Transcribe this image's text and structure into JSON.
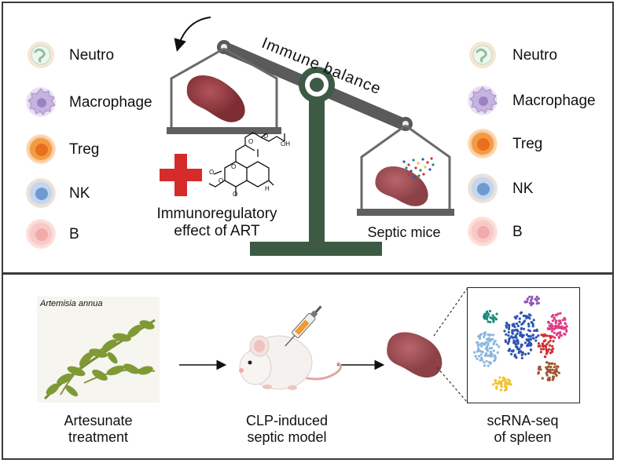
{
  "top": {
    "balance_label": "Immune balance",
    "left_legend": [
      "Neutro",
      "Macrophage",
      "Treg",
      "NK",
      "B"
    ],
    "right_legend": [
      "Neutro",
      "Macrophage",
      "Treg",
      "NK",
      "B"
    ],
    "art_caption_line1": "Immunoregulatory",
    "art_caption_line2": "effect of ART",
    "septic_label": "Septic mice"
  },
  "bottom": {
    "plant_title": "Artemisia annua",
    "step1_line1": "Artesunate",
    "step1_line2": "treatment",
    "step2_line1": "CLP-induced",
    "step2_line2": "septic model",
    "step3_line1": "scRNA-seq",
    "step3_line2": "of spleen"
  },
  "colors": {
    "neutro": "#8fc9a3",
    "macrophage": "#a78cc7",
    "treg": "#f08a2a",
    "nk": "#6f9fd6",
    "b": "#f3a7a7",
    "scale": "#3d5a45",
    "beam": "#555555",
    "spleen": "#8a3a3f",
    "cross": "#d62b2b"
  },
  "clusters": [
    {
      "name": "teal",
      "color": "#1f8a7a"
    },
    {
      "name": "purple",
      "color": "#8e59b3"
    },
    {
      "name": "pink",
      "color": "#de3d86"
    },
    {
      "name": "blue",
      "color": "#2f56b0"
    },
    {
      "name": "lightblue",
      "color": "#8bb6dc"
    },
    {
      "name": "red",
      "color": "#d03030"
    },
    {
      "name": "brown",
      "color": "#a0522d"
    },
    {
      "name": "yellow",
      "color": "#f2c230"
    }
  ]
}
